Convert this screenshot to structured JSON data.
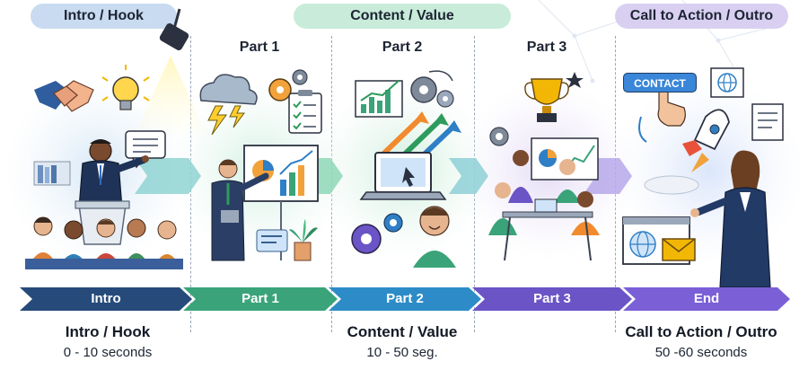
{
  "phases": {
    "intro": "Intro / Hook",
    "content": "Content / Value",
    "cta": "Call to Action / Outro"
  },
  "parts": {
    "part1": "Part 1",
    "part2": "Part 2",
    "part3": "Part 3"
  },
  "timeline": {
    "intro": "Intro",
    "part1": "Part 1",
    "part2": "Part 2",
    "part3": "Part 3",
    "end": "End"
  },
  "bottom": {
    "intro_title": "Intro / Hook",
    "intro_time": "0 - 10 seconds",
    "content_title": "Content / Value",
    "content_time": "10 - 50 seg.",
    "cta_title": "Call to Action / Outro",
    "cta_time": "50 -60 seconds"
  },
  "contact_button": "CONTACT",
  "colors": {
    "intro": "#264a7a",
    "part1": "#3aa37a",
    "part2": "#2d8cc7",
    "part3": "#6a54c6",
    "end": "#7a5fd6"
  },
  "icons": [
    "handshake-icon",
    "lightbulb-icon",
    "spotlight-icon",
    "chat-bubble-icon",
    "cloud-lightning-icon",
    "gear-icon",
    "checklist-icon",
    "presentation-chart-icon",
    "plant-icon",
    "trending-chart-icon",
    "laptop-icon",
    "arrows-up-icon",
    "trophy-icon",
    "team-meeting-icon",
    "rocket-icon",
    "globe-icon",
    "envelope-icon",
    "hand-pointer-icon"
  ]
}
